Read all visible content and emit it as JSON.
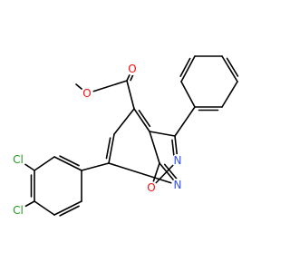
{
  "structure": {
    "atoms": [
      {
        "id": "O_ether",
        "symbol": "O",
        "label": "O",
        "color": "#ff0d0d"
      },
      {
        "id": "O_carbonyl",
        "symbol": "O",
        "label": "O",
        "color": "#ff0d0d"
      },
      {
        "id": "N_pyridine",
        "symbol": "N",
        "label": "N",
        "color": "#3050f8"
      },
      {
        "id": "N_isoxazole",
        "symbol": "N",
        "label": "N",
        "color": "#3050f8"
      },
      {
        "id": "O_isoxazole",
        "symbol": "O",
        "label": "O",
        "color": "#ff0d0d"
      },
      {
        "id": "Cl_3",
        "symbol": "Cl",
        "label": "Cl",
        "color": "#1fa01f"
      },
      {
        "id": "Cl_4",
        "symbol": "Cl",
        "label": "Cl",
        "color": "#1fa01f"
      }
    ]
  }
}
